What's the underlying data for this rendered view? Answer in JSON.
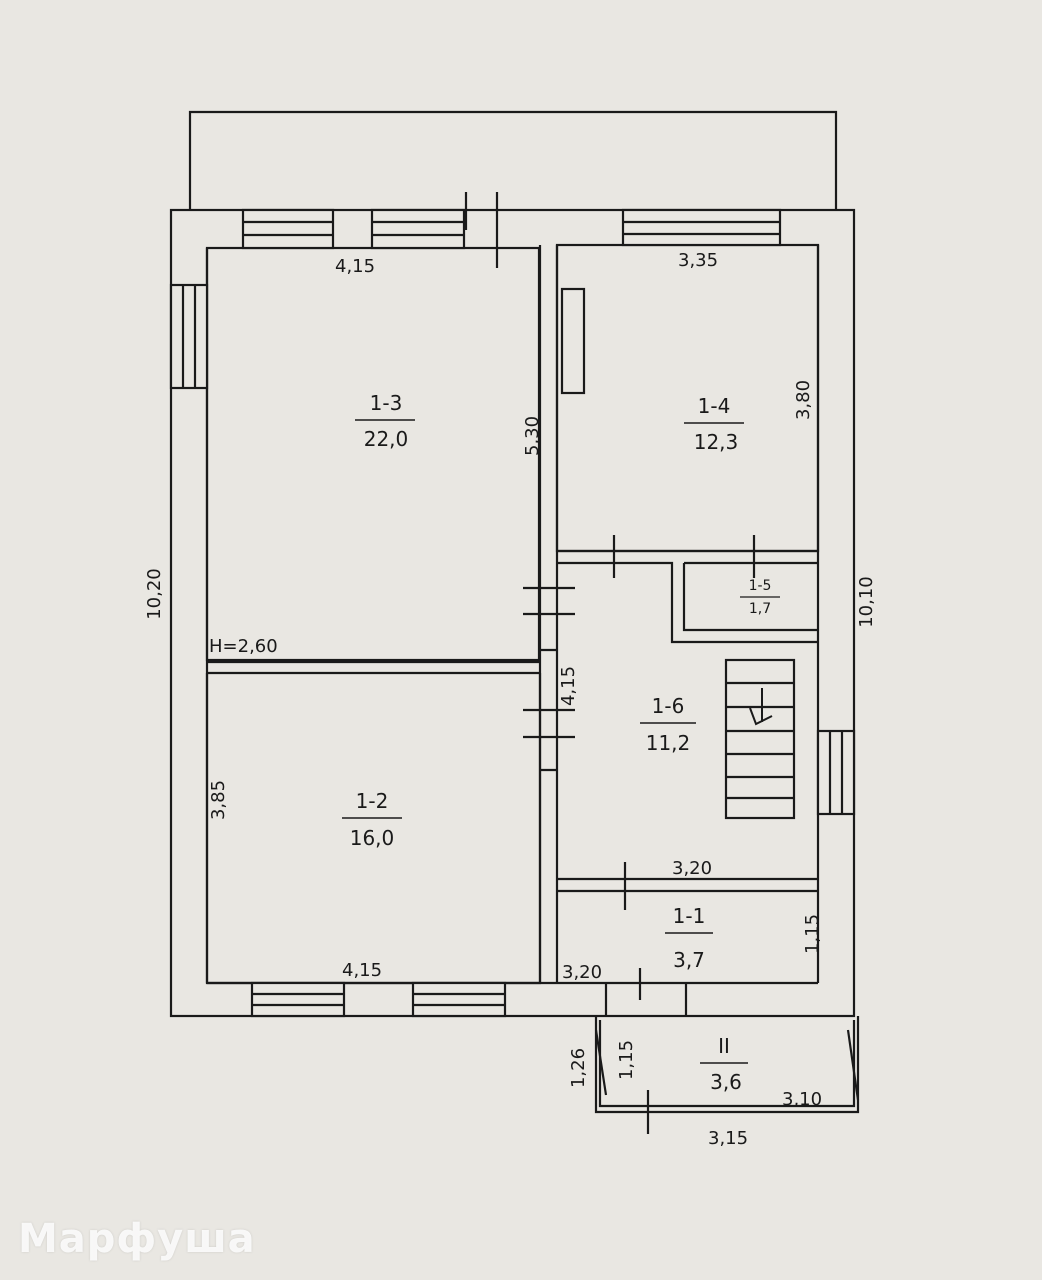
{
  "colors": {
    "paper": "#e9e7e2",
    "ink": "#1a1a1a"
  },
  "rooms": {
    "r13": {
      "id": "1-3",
      "area": "22,0"
    },
    "r14": {
      "id": "1-4",
      "area": "12,3"
    },
    "r15": {
      "id": "1-5",
      "area": "1,7"
    },
    "r16": {
      "id": "1-6",
      "area": "11,2"
    },
    "r12": {
      "id": "1-2",
      "area": "16,0"
    },
    "r11": {
      "id": "1-1",
      "area": "3,7"
    },
    "rII": {
      "id": "II",
      "area": "3,6"
    }
  },
  "dims": {
    "d415_top": "4,15",
    "d335": "3,35",
    "d530": "5,30",
    "d380": "3,80",
    "d1020": "10,20",
    "d1010": "10,10",
    "height": "H=2,60",
    "d415_mid": "4,15",
    "d385": "3,85",
    "d320_mid": "3,20",
    "d115_right": "1,15",
    "d415_bottom": "4,15",
    "d320_bottom": "3,20",
    "d126": "1,26",
    "d115_porch": "1,15",
    "d310": "3,10",
    "d315": "3,15"
  },
  "watermark": "Марфуша",
  "icons": {
    "stair_arrow": "arrow-down-left-icon"
  }
}
